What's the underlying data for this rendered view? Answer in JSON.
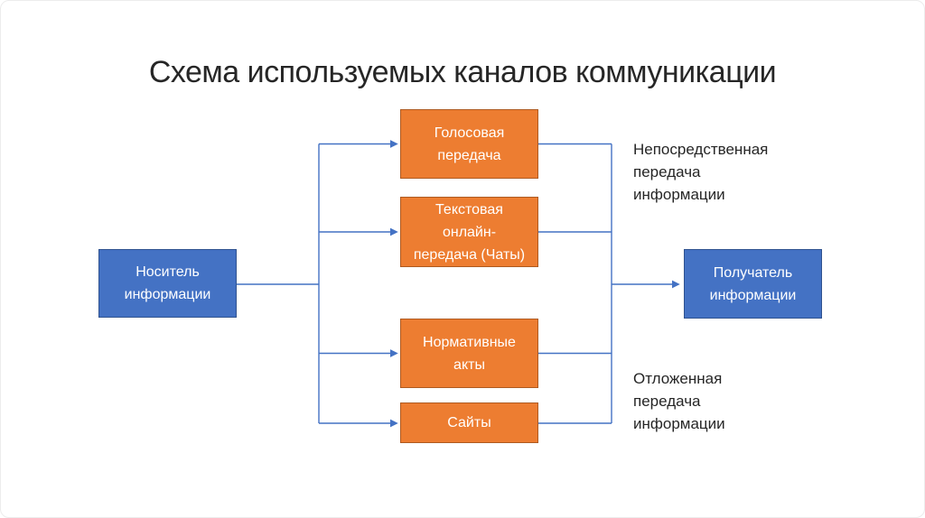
{
  "slide": {
    "title": "Схема используемых каналов коммуникации"
  },
  "diagram": {
    "source": {
      "label": "Носитель\nинформации"
    },
    "channels": [
      {
        "id": "voice",
        "label": "Голосовая\nпередача"
      },
      {
        "id": "chat",
        "label": "Текстовая\nонлайн-\nпередача (Чаты)"
      },
      {
        "id": "acts",
        "label": "Нормативные\nакты"
      },
      {
        "id": "sites",
        "label": "Сайты"
      }
    ],
    "receiver": {
      "label": "Получатель\nинформации"
    },
    "annotations": [
      {
        "id": "direct",
        "label": "Непосредственная\nпередача\nинформации"
      },
      {
        "id": "delayed",
        "label": "Отложенная\nпередача\nинформации"
      }
    ],
    "colors": {
      "channel_fill": "#ED7D31",
      "channel_border": "#AE5A21",
      "endpoint_fill": "#4472C4",
      "endpoint_border": "#2F528F",
      "connector_line": "#4472C4",
      "title_text": "#262626",
      "annotation_text": "#262626",
      "node_text": "#FFFFFF",
      "slide_background": "#FFFFFF"
    }
  }
}
